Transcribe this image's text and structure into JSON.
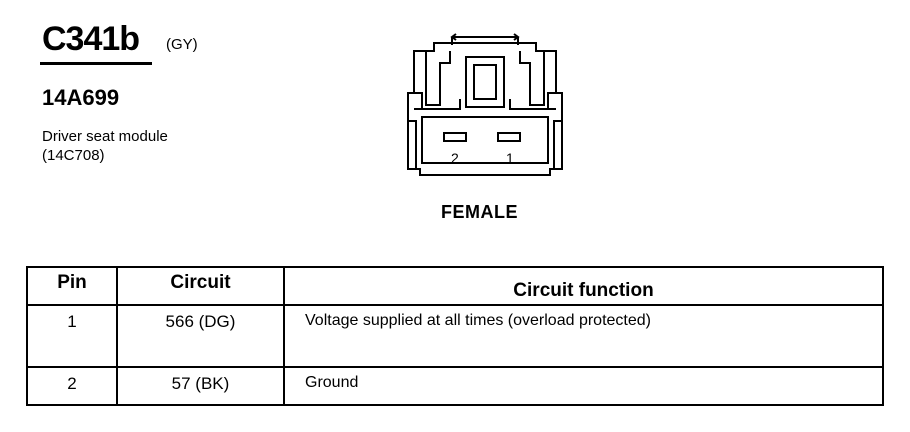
{
  "connector": {
    "id": "C341b",
    "color": "(GY)",
    "part_number": "14A699",
    "description_line1": "Driver seat module",
    "description_line2": "(14C708)"
  },
  "diagram": {
    "pin_labels": [
      "2",
      "1"
    ],
    "gender": "FEMALE"
  },
  "table": {
    "headers": {
      "pin": "Pin",
      "circuit": "Circuit",
      "function": "Circuit function"
    },
    "rows": [
      {
        "pin": "1",
        "circuit": "566 (DG)",
        "function": "Voltage supplied at all times (overload protected)"
      },
      {
        "pin": "2",
        "circuit": "57 (BK)",
        "function": "Ground"
      }
    ]
  }
}
